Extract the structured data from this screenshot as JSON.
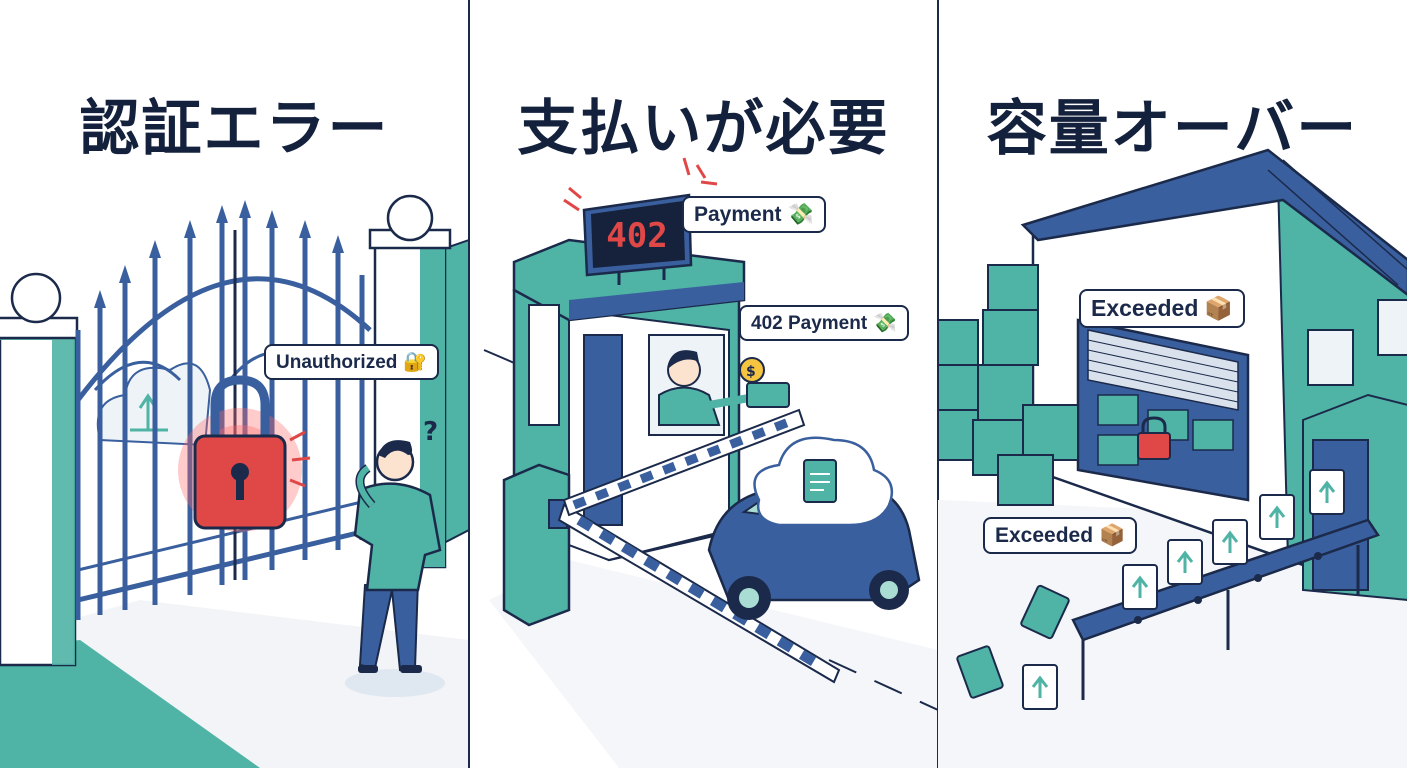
{
  "panels": [
    {
      "title": "認証エラー",
      "bubble": {
        "text": "Unauthorized",
        "icon": "🔐",
        "icon_name": "lock-key-icon"
      }
    },
    {
      "title": "支払いが必要",
      "sign": "402",
      "bubbles": [
        {
          "text": "Payment",
          "icon": "💸",
          "icon_name": "money-wings-icon"
        },
        {
          "text": "402 Payment",
          "icon": "💸",
          "icon_name": "money-wings-icon"
        }
      ]
    },
    {
      "title": "容量オーバー",
      "bubbles": [
        {
          "text": "Exceeded",
          "icon": "📦",
          "icon_name": "package-icon"
        },
        {
          "text": "Exceeded",
          "icon": "📦",
          "icon_name": "package-icon"
        }
      ]
    }
  ],
  "colors": {
    "navy": "#1b2a4a",
    "blue": "#3a5f9e",
    "teal": "#4fb3a5",
    "light_teal": "#a9dcd3",
    "red": "#e04848"
  }
}
